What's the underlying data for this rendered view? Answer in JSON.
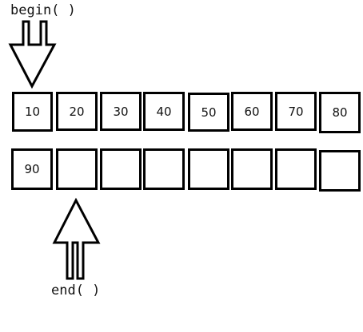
{
  "labels": {
    "begin": "begin( )",
    "end": "end( )"
  },
  "rows": [
    {
      "cells": [
        "10",
        "20",
        "30",
        "40",
        "50",
        "60",
        "70",
        "80"
      ]
    },
    {
      "cells": [
        "90",
        "",
        "",
        "",
        "",
        "",
        "",
        ""
      ]
    }
  ],
  "colors": {
    "stroke": "#000000",
    "fill": "#ffffff",
    "text": "#111111"
  }
}
